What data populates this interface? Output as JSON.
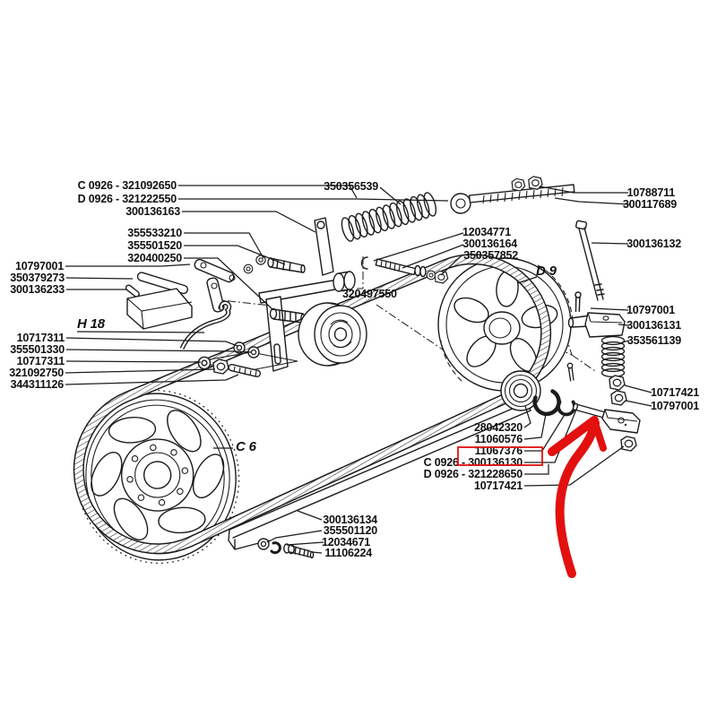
{
  "page": {
    "kind": "exploded-parts-diagram",
    "background": "#ffffff",
    "ink": "#1c1c1c"
  },
  "annotations": {
    "highlight_color": "#e31010",
    "boxed_labels": [
      "11067376",
      "C 0926 - 300136130"
    ]
  },
  "labels": [
    {
      "text": "C 0926 - 321092650"
    },
    {
      "text": "D 0926 - 321222550"
    },
    {
      "text": "300136163"
    },
    {
      "text": "355533210"
    },
    {
      "text": "355501520"
    },
    {
      "text": "320400250"
    },
    {
      "text": "10797001"
    },
    {
      "text": "350379273"
    },
    {
      "text": "300136233"
    },
    {
      "text": "H 18"
    },
    {
      "text": "10717311"
    },
    {
      "text": "355501330"
    },
    {
      "text": "10717311"
    },
    {
      "text": "321092750"
    },
    {
      "text": "344311126"
    },
    {
      "text": "350356539"
    },
    {
      "text": "12034771"
    },
    {
      "text": "300136164"
    },
    {
      "text": "350357852"
    },
    {
      "text": "10788711"
    },
    {
      "text": "300117689"
    },
    {
      "text": "300136132"
    },
    {
      "text": "D 9"
    },
    {
      "text": "10797001"
    },
    {
      "text": "300136131"
    },
    {
      "text": "353561139"
    },
    {
      "text": "10717421"
    },
    {
      "text": "10797001"
    },
    {
      "text": "320497550"
    },
    {
      "text": "C 6"
    },
    {
      "text": "28042320"
    },
    {
      "text": "11060576"
    },
    {
      "text": "11067376"
    },
    {
      "text": "C 0926 - 300136130"
    },
    {
      "text": "D 0926 - 321228650"
    },
    {
      "text": "10717421"
    },
    {
      "text": "300136134"
    },
    {
      "text": "355501120"
    },
    {
      "text": "12034671"
    },
    {
      "text": "11106224"
    }
  ]
}
